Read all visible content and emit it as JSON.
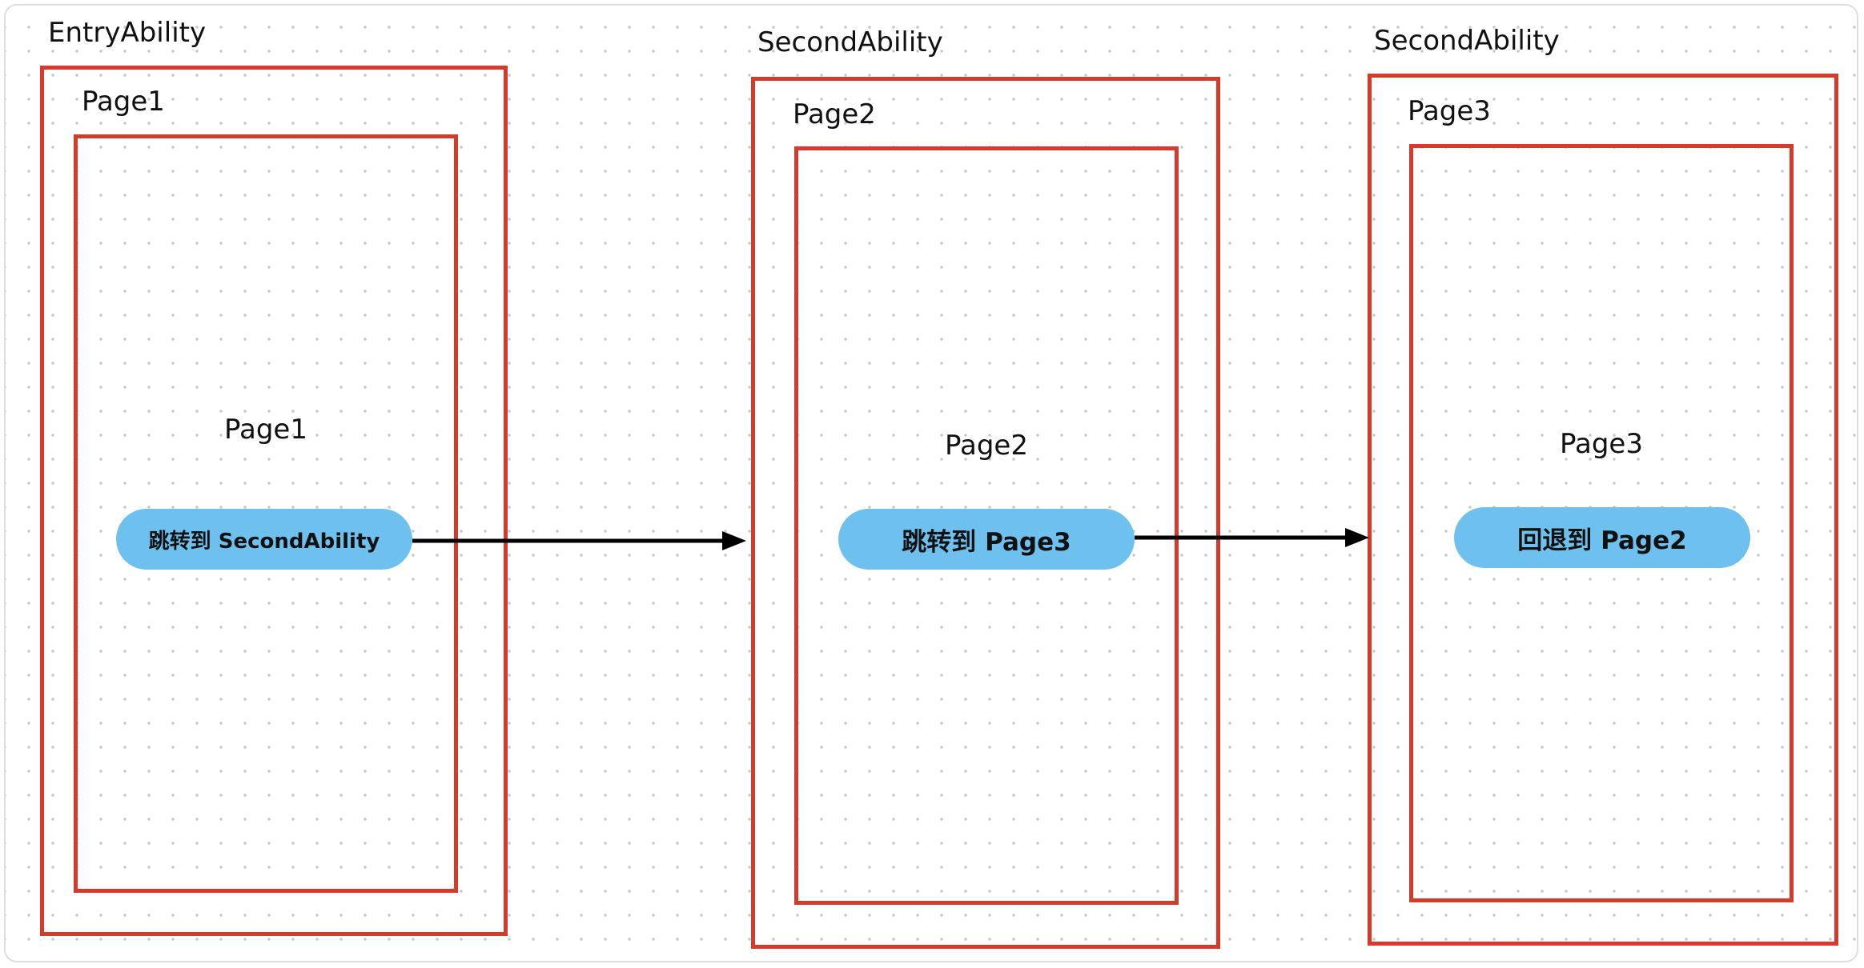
{
  "diagram": {
    "abilities": [
      {
        "name": "EntryAbility",
        "page_title": "Page1",
        "inner_label": "Page1",
        "button_label": "跳转到 SecondAbility"
      },
      {
        "name": "SecondAbility",
        "page_title": "Page2",
        "inner_label": "Page2",
        "button_label": "跳转到 Page3"
      },
      {
        "name": "SecondAbility",
        "page_title": "Page3",
        "inner_label": "Page3",
        "button_label": "回退到 Page2"
      }
    ],
    "colors": {
      "frame": "#d63a2b",
      "button": "#6ec1ef",
      "arrow": "#000000",
      "grid_dot": "#c9c9c9"
    }
  }
}
